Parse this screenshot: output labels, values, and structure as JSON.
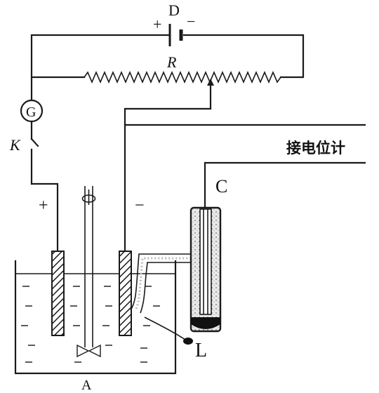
{
  "labels": {
    "battery": "D",
    "battery_plus": "+",
    "battery_minus": "−",
    "resistor": "R",
    "galvanometer": "G",
    "switch": "K",
    "electrode_plus": "+",
    "electrode_minus": "−",
    "potentiometer": "接电位计",
    "reference_electrode": "C",
    "salt_bridge": "L",
    "vessel": "A"
  }
}
